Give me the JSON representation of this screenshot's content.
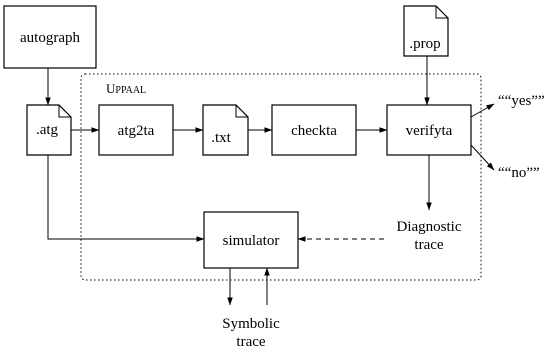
{
  "nodes": {
    "autograph": "autograph",
    "prop": ".prop",
    "atg": ".atg",
    "atg2ta": "atg2ta",
    "txt": ".txt",
    "checkta": "checkta",
    "verifyta": "verifyta",
    "simulator": "simulator"
  },
  "group": {
    "label_first": "U",
    "label_rest": "PPAAL"
  },
  "outputs": {
    "yes": "““yes””",
    "no": "““no””"
  },
  "diagnostic": {
    "line1": "Diagnostic",
    "line2": "trace"
  },
  "symbolic": {
    "line1": "Symbolic",
    "line2": "trace"
  }
}
